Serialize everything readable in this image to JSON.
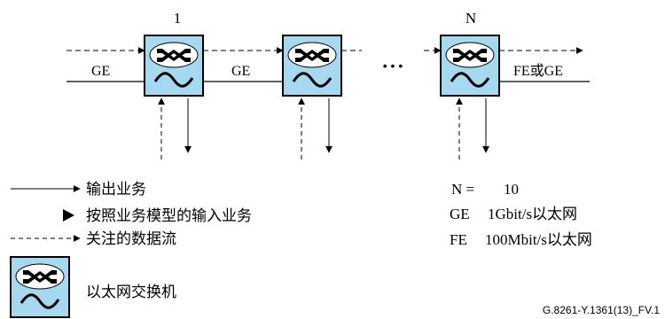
{
  "diagram": {
    "switch_labels": {
      "first": "1",
      "last": "N",
      "ellipsis": "• • •"
    },
    "link_labels": {
      "link1": "GE",
      "link2": "GE",
      "output": "FE或GE"
    },
    "legend": {
      "output_traffic": "输出业务",
      "input_traffic": "按照业务模型的输入业务",
      "flow_of_interest": "关注的数据流",
      "switch": "以太网交换机"
    },
    "definitions": {
      "n_label": "N =",
      "n_value": "10",
      "ge_term": "GE",
      "ge_desc": "1Gbit/s以太网",
      "fe_term": "FE",
      "fe_desc": "100Mbit/s以太网"
    },
    "figure_id": "G.8261-Y.1361(13)_FV.1",
    "colors": {
      "switch_fill": "#a6d8f0",
      "switch_ellipse": "#ffffff",
      "line": "#000000"
    },
    "icons": [
      "ethernet-switch-icon",
      "crossed-arrows-icon",
      "sine-wave-icon"
    ]
  }
}
